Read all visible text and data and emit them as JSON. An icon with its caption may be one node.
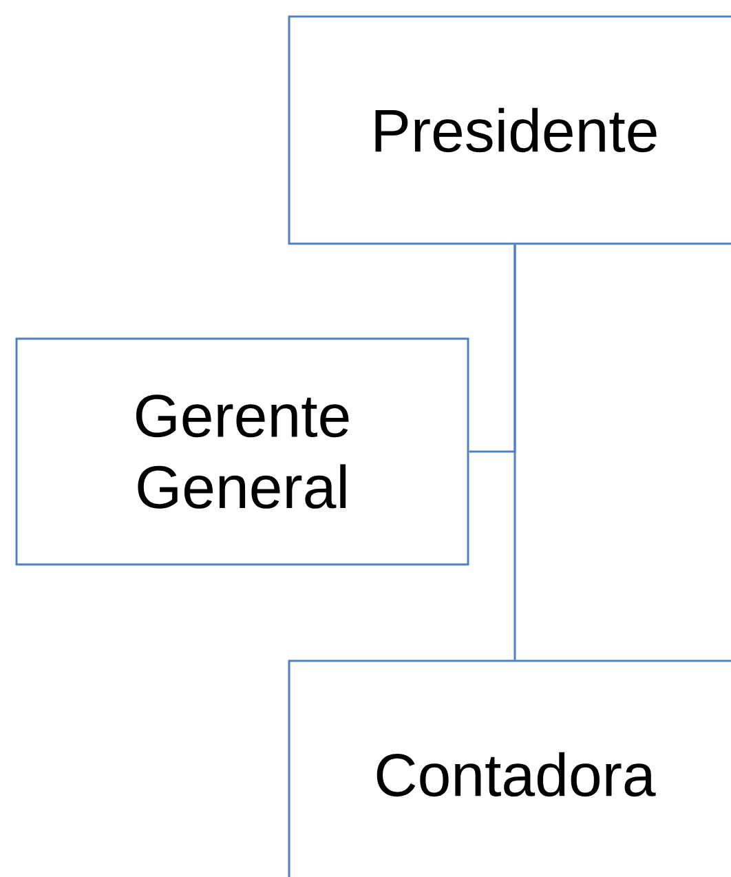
{
  "diagram": {
    "nodes": [
      {
        "text": [
          "Presidente"
        ]
      },
      {
        "text": [
          "Gerente General"
        ]
      },
      {
        "text": [
          "Contadora"
        ]
      }
    ],
    "edges": [
      {
        "from": 0,
        "to": 1,
        "arrow": "none"
      },
      {
        "from": 0,
        "to": 2,
        "arrow": "none"
      }
    ]
  }
}
